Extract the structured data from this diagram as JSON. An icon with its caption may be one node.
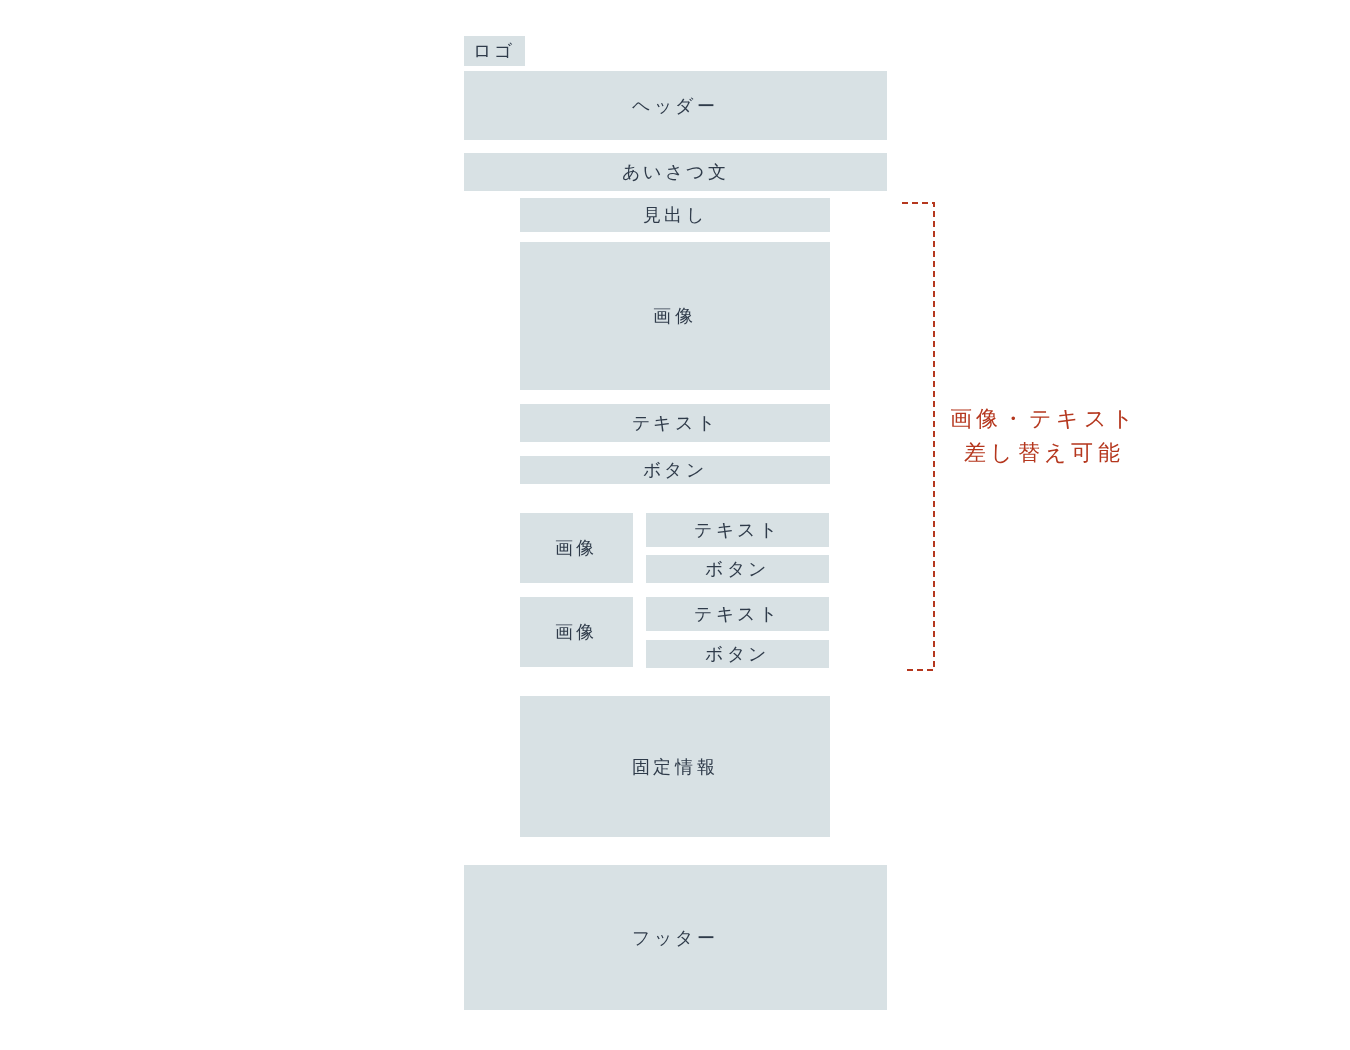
{
  "diagram": {
    "nodes": [
      {
        "text": [
          "ロゴ"
        ]
      },
      {
        "text": [
          "ヘッダー"
        ]
      },
      {
        "text": [
          "あいさつ文"
        ]
      },
      {
        "text": [
          "見出し"
        ]
      },
      {
        "text": [
          "画像"
        ]
      },
      {
        "text": [
          "テキスト"
        ]
      },
      {
        "text": [
          "ボタン"
        ]
      },
      {
        "text": [
          "画像"
        ]
      },
      {
        "text": [
          "テキスト"
        ]
      },
      {
        "text": [
          "ボタン"
        ]
      },
      {
        "text": [
          "画像"
        ]
      },
      {
        "text": [
          "テキスト"
        ]
      },
      {
        "text": [
          "ボタン"
        ]
      },
      {
        "text": [
          "固定情報"
        ]
      },
      {
        "text": [
          "フッター"
        ]
      }
    ],
    "labels": [
      "画像・テキスト差し替え可能"
    ]
  }
}
